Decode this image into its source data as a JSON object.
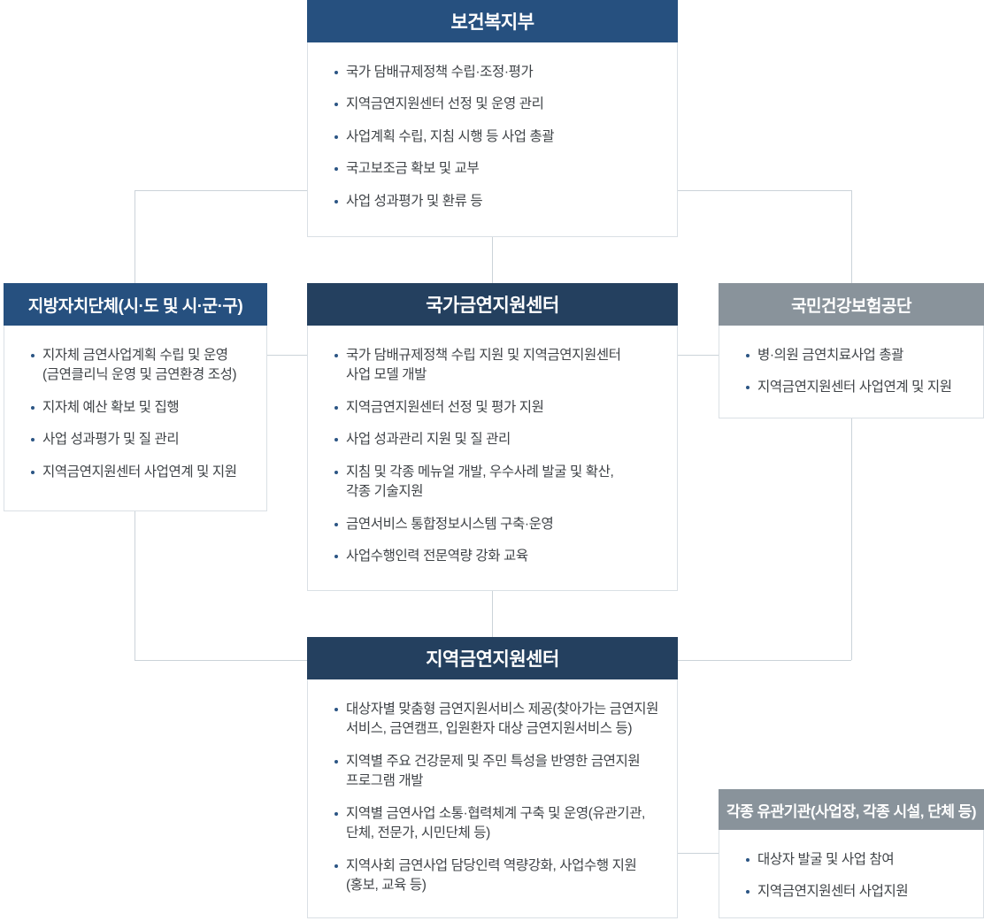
{
  "colors": {
    "header_navy": "#26507f",
    "header_dark_navy": "#24405f",
    "header_gray": "#89939b",
    "box_border": "#dae0e5",
    "connector_line": "#cbd3d9",
    "body_text": "#3f4347",
    "bullet_dot": "#2b5584"
  },
  "boxes": {
    "ministry": {
      "title": "보건복지부",
      "items": [
        "국가 담배규제정책 수립·조정·평가",
        "지역금연지원센터 선정 및 운영 관리",
        "사업계획 수립, 지침 시행 등 사업 총괄",
        "국고보조금 확보 및 교부",
        "사업 성과평가 및 환류 등"
      ]
    },
    "local_gov": {
      "title": "지방자치단체(시·도 및 시·군·구)",
      "items": [
        "지자체 금연사업계획 수립 및 운영\n(금연클리닉 운영 및 금연환경 조성)",
        "지자체 예산 확보 및 집행",
        "사업 성과평가 및 질 관리",
        "지역금연지원센터 사업연계 및 지원"
      ]
    },
    "national_center": {
      "title": "국가금연지원센터",
      "items": [
        "국가 담배규제정책 수립 지원 및 지역금연지원센터\n사업 모델 개발",
        "지역금연지원센터 선정 및 평가 지원",
        "사업 성과관리 지원 및 질 관리",
        "지침 및 각종 메뉴얼 개발, 우수사례 발굴 및 확산,\n각종 기술지원",
        "금연서비스 통합정보시스템 구축·운영",
        "사업수행인력 전문역량 강화 교육"
      ]
    },
    "nhis": {
      "title": "국민건강보험공단",
      "items": [
        "병·의원 금연치료사업 총괄",
        "지역금연지원센터 사업연계 및 지원"
      ]
    },
    "regional_center": {
      "title": "지역금연지원센터",
      "items": [
        "대상자별 맞춤형 금연지원서비스 제공(찾아가는 금연지원\n서비스, 금연캠프, 입원환자 대상 금연지원서비스 등)",
        "지역별 주요 건강문제 및 주민 특성을 반영한 금연지원\n프로그램 개발",
        "지역별 금연사업 소통·협력체계 구축 및 운영(유관기관,\n단체, 전문가, 시민단체 등)",
        "지역사회 금연사업 담당인력 역량강화, 사업수행 지원\n(홍보, 교육 등)"
      ]
    },
    "related_orgs": {
      "title": "각종 유관기관(사업장, 각종 시설, 단체 등)",
      "items": [
        "대상자 발굴 및 사업 참여",
        "지역금연지원센터 사업지원"
      ]
    }
  }
}
